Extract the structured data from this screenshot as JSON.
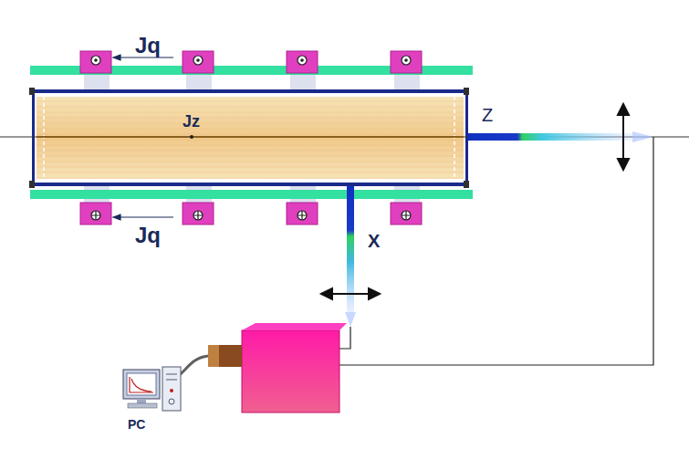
{
  "diagram": {
    "labels": [
      "Jq",
      "Jz",
      "Z",
      "X",
      "Jq",
      "PC"
    ]
  }
}
